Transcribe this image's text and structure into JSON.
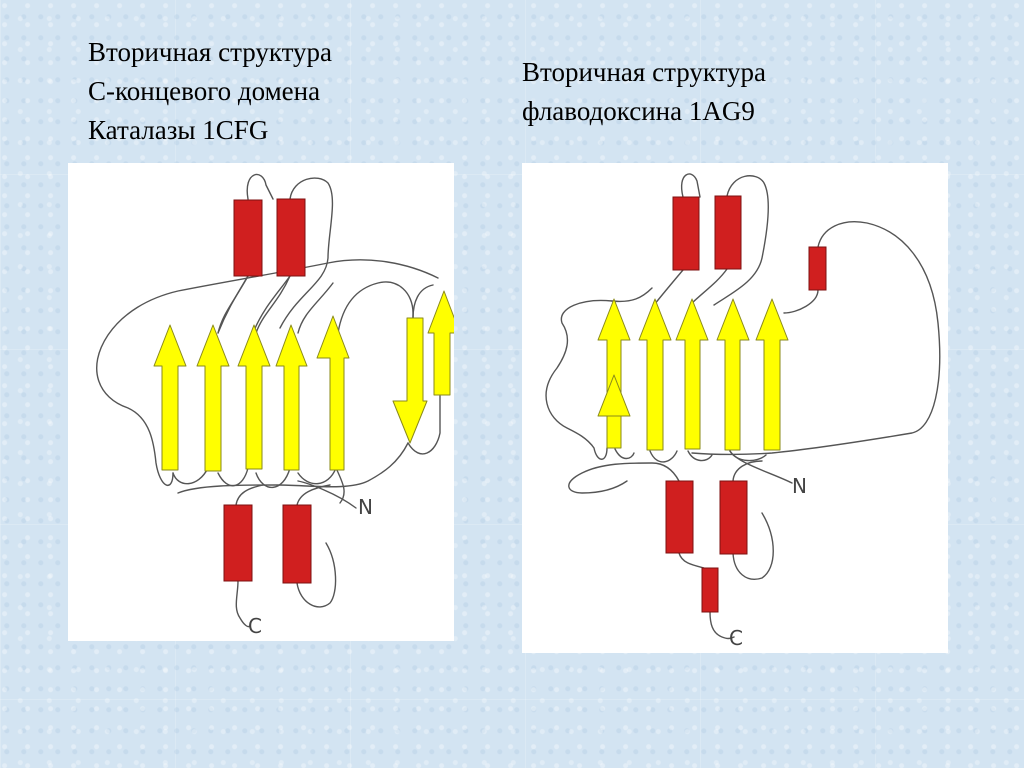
{
  "captions": {
    "left": [
      "Вторичная структура",
      "С-концевого домена",
      "Каталазы 1CFG"
    ],
    "right": [
      "Вторичная структура",
      "флаводоксина 1AG9"
    ]
  },
  "diagrams": {
    "left": {
      "n_label": "N",
      "c_label": "C",
      "colors": {
        "helix": "#d01f1f",
        "strand": "#ffff00",
        "loop": "#555555"
      }
    },
    "right": {
      "n_label": "N",
      "c_label": "C",
      "colors": {
        "helix": "#d01f1f",
        "strand": "#ffff00",
        "loop": "#555555"
      }
    }
  }
}
